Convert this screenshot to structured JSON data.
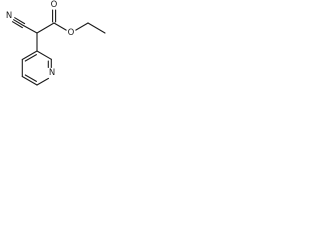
{
  "structure": {
    "atoms": {
      "nitrile_n": "N",
      "carbonyl_o": "O",
      "ester_o": "O",
      "pyridine_n": "N"
    }
  }
}
